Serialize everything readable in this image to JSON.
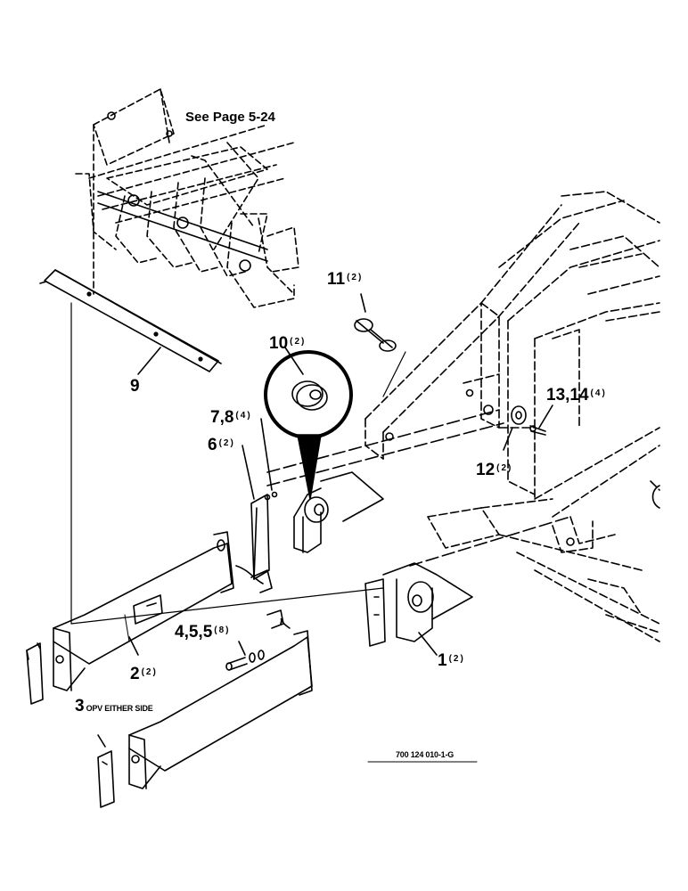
{
  "see_page_note": "See Page 5-24",
  "drawing_number": "700 124 010-1-G",
  "callouts": [
    {
      "id": "c11",
      "number": "11",
      "qty": "(2)"
    },
    {
      "id": "c10",
      "number": "10",
      "qty": "(2)"
    },
    {
      "id": "c9",
      "number": "9",
      "qty": ""
    },
    {
      "id": "c13",
      "number": "13,14",
      "qty": "(4)"
    },
    {
      "id": "c78",
      "number": "7,8",
      "qty": "(4)"
    },
    {
      "id": "c6",
      "number": "6",
      "qty": "(2)"
    },
    {
      "id": "c12",
      "number": "12",
      "qty": "(2)"
    },
    {
      "id": "c45",
      "number": "4,5,5",
      "qty": "(8)"
    },
    {
      "id": "c2",
      "number": "2",
      "qty": "(2)"
    },
    {
      "id": "c1",
      "number": "1",
      "qty": "(2)"
    },
    {
      "id": "c3",
      "number": "3",
      "qty": "OPV EITHER SIDE"
    }
  ]
}
